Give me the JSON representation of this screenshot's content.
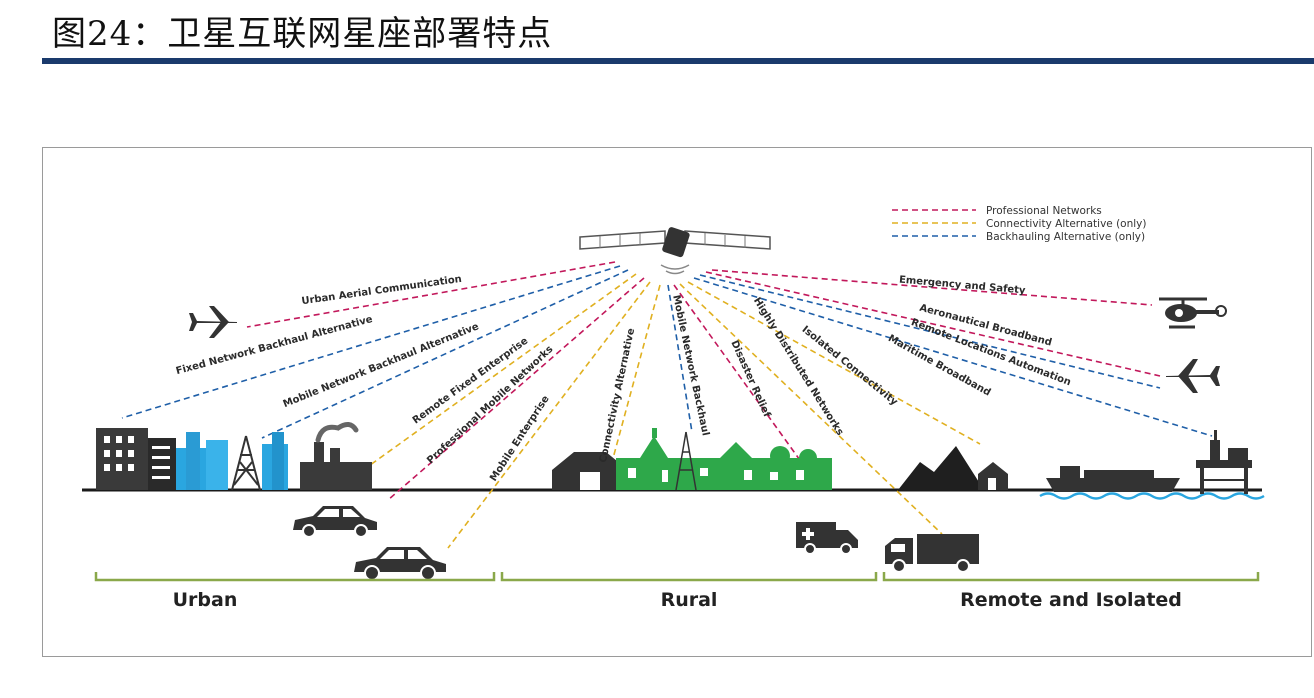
{
  "header": {
    "title": "图24：卫星互联网星座部署特点"
  },
  "colors": {
    "professional": "#c2185b",
    "connectivity": "#e0b020",
    "backhauling": "#1f5fa8",
    "region_bracket": "#8aa84a",
    "rural_green": "#2ea84a",
    "urban_blue": "#2aa6e0",
    "title_rule": "#1a3a6c"
  },
  "legend": [
    {
      "key": "professional",
      "label": "Professional Networks"
    },
    {
      "key": "connectivity",
      "label": "Connectivity Alternative (only)"
    },
    {
      "key": "backhauling",
      "label": "Backhauling Alternative (only)"
    }
  ],
  "links": [
    {
      "label": "Urban Aerial Communication",
      "type": "professional"
    },
    {
      "label": "Fixed Network Backhaul Alternative",
      "type": "backhauling"
    },
    {
      "label": "Mobile Network Backhaul Alternative",
      "type": "backhauling"
    },
    {
      "label": "Remote Fixed Enterprise",
      "type": "connectivity"
    },
    {
      "label": "Professional Mobile Networks",
      "type": "professional"
    },
    {
      "label": "Mobile Enterprise",
      "type": "connectivity"
    },
    {
      "label": "Connectivity Alternative",
      "type": "connectivity"
    },
    {
      "label": "Mobile Network Backhaul",
      "type": "backhauling"
    },
    {
      "label": "Disaster Relief",
      "type": "professional"
    },
    {
      "label": "Highly Distributed Networks",
      "type": "connectivity"
    },
    {
      "label": "Isolated Connectivity",
      "type": "connectivity"
    },
    {
      "label": "Maritime Broadband",
      "type": "backhauling"
    },
    {
      "label": "Remote Locations Automation",
      "type": "backhauling"
    },
    {
      "label": "Aeronautical Broadband",
      "type": "professional"
    },
    {
      "label": "Emergency and Safety",
      "type": "professional"
    }
  ],
  "regions": [
    {
      "label": "Urban"
    },
    {
      "label": "Rural"
    },
    {
      "label": "Remote and Isolated"
    }
  ],
  "icons": [
    "satellite-icon",
    "airplane-icon",
    "helicopter-icon",
    "city-buildings-icon",
    "cell-tower-icon",
    "factory-icon",
    "car-icon",
    "farm-village-icon",
    "ambulance-icon",
    "truck-icon",
    "mountain-icon",
    "house-icon",
    "cargo-ship-icon",
    "oil-platform-icon"
  ]
}
